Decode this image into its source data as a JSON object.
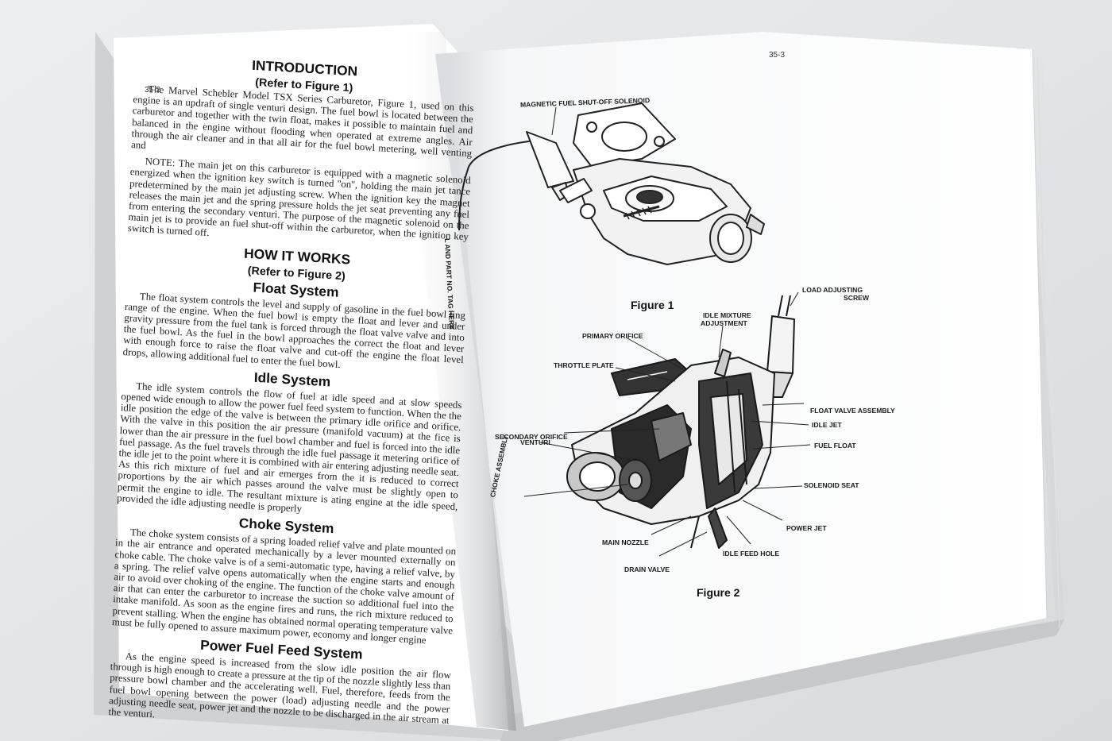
{
  "left_page": {
    "page_number": "35-2",
    "intro_heading": "INTRODUCTION",
    "intro_ref": "(Refer to Figure 1)",
    "intro_text": "The Marvel Schebler Model TSX Series Carburetor, Figure 1, used on this engine is an updraft of single venturi design. The fuel bowl is located between the carburetor and together with the twin float, makes it possible to maintain fuel and balanced in the engine without flooding when operated at extreme angles. Air through the air cleaner and in that all air for the fuel bowl metering, well venting and",
    "note_text": "NOTE: The main jet on this carburetor is equipped with a magnetic solenoid energized when the ignition key switch is turned ''on'', holding the main jet tance predetermined by the main jet adjusting screw. When the ignition key the magnet releases the main jet and the spring pressure holds the jet seat preventing any fuel from entering the secondary venturi. The purpose of the magnetic solenoid on the main jet is to provide an fuel shut-off within the carburetor, when the ignition key switch is turned off.",
    "how_heading": "HOW IT WORKS",
    "how_ref": "(Refer to Figure 2)",
    "float_heading": "Float System",
    "float_text": "The float system controls the level and supply of gasoline in the fuel bowl ting range of the engine. When the fuel bowl is empty the float and lever and under gravity pressure from the fuel tank is forced through the float valve valve and into the fuel bowl. As the fuel in the bowl approaches the correct the float and lever with enough force to raise the float valve and cut-off the engine the float level drops, allowing additional fuel to enter the fuel bowl.",
    "idle_heading": "Idle System",
    "idle_text": "The idle system controls the flow of fuel at idle speed and at slow speeds opened wide enough to allow the power fuel feed system to function. When the the idle position the edge of the valve is between the primary idle orifice and orifice. With the valve in this position the air pressure (manifold vacuum) at the fice is lower than the air pressure in the fuel bowl chamber and fuel is forced into the idle fuel passage. As the fuel travels through the idle fuel passage it metering orifice of the idle jet to the point where it is combined with air entering adjusting needle seat. As this rich mixture of fuel and air emerges from the it is reduced to correct proportions by the air which passes around the valve must be slightly open to permit the engine to idle. The resultant mixture is ating engine at the idle speed, provided the idle adjusting needle is properly",
    "choke_heading": "Choke System",
    "choke_text": "The choke system consists of a spring loaded relief valve and plate mounted on in the air entrance and operated mechanically by a lever mounted externally on choke cable. The choke valve is of a semi-automatic type, having a relief valve, by a spring. The relief valve opens automatically when the engine starts and enough air to avoid over choking of the engine. The function of the choke valve amount of air that can enter the carburetor to increase the suction so additional fuel into the intake manifold. As soon as the engine fires and runs, the rich mixture reduced to prevent stalling. When the engine has obtained normal operating temperature valve must be fully opened to assure maximum power, economy and longer engine",
    "power_heading": "Power Fuel Feed System",
    "power_text": "As the engine speed is increased from the slow idle position the air flow through is high enough to create a pressure at the tip of the nozzle slightly less than pressure bowl chamber and the accelerating well. Fuel, therefore, feeds from the fuel bowl opening between the power (load) adjusting needle and the power adjusting needle seat, power jet and the nozzle to be discharged in the air stream at the venturi."
  },
  "right_page": {
    "page_number": "35-3",
    "figure1": {
      "caption": "Figure 1",
      "callouts": {
        "solenoid": "MAGNETIC FUEL SHUT-OFF SOLENOID",
        "tag": "L AND PART NO. TAG HERE"
      }
    },
    "figure2": {
      "caption": "Figure 2",
      "callouts": {
        "load_screw_1": "LOAD ADJUSTING",
        "load_screw_2": "SCREW",
        "idle_mix_1": "IDLE MIXTURE",
        "idle_mix_2": "ADJUSTMENT",
        "primary_orifice": "PRIMARY ORIFICE",
        "throttle_plate": "THROTTLE PLATE",
        "float_valve": "FLOAT VALVE ASSEMBLY",
        "secondary_orifice": "SECONDARY ORIFICE",
        "idle_jet": "IDLE JET",
        "venturi": "VENTURI",
        "fuel_float": "FUEL FLOAT",
        "choke_assembly": "CHOKE ASSEMBLY",
        "solenoid_seat": "SOLENOID SEAT",
        "power_jet": "POWER JET",
        "main_nozzle": "MAIN NOZZLE",
        "drain_valve": "DRAIN VALVE",
        "idle_feed_hole": "IDLE FEED HOLE"
      }
    }
  }
}
